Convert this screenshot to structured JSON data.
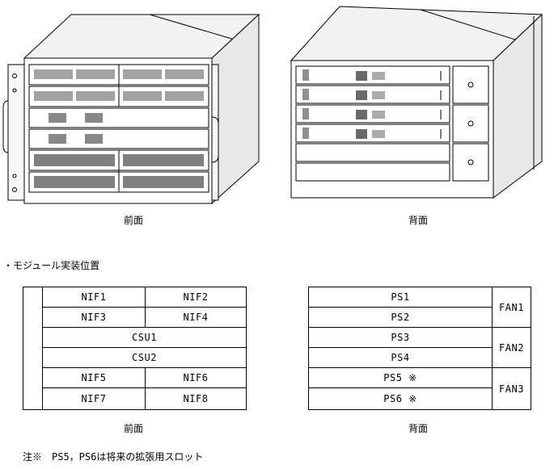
{
  "photos": {
    "front_caption": "前面",
    "rear_caption": "背面"
  },
  "section": {
    "heading": "・モジュール実装位置"
  },
  "front_table": {
    "caption": "前面",
    "rows": [
      [
        "NIF1",
        "NIF2"
      ],
      [
        "NIF3",
        "NIF4"
      ],
      [
        "CSU1"
      ],
      [
        "CSU2"
      ],
      [
        "NIF5",
        "NIF6"
      ],
      [
        "NIF7",
        "NIF8"
      ]
    ]
  },
  "rear_table": {
    "caption": "背面",
    "ps": [
      "PS1",
      "PS2",
      "PS3",
      "PS4",
      "PS5 ※",
      "PS6 ※"
    ],
    "fans": [
      "FAN1",
      "FAN2",
      "FAN3"
    ]
  },
  "footnote": "注※　PS5，PS6は将来の拡張用スロット"
}
